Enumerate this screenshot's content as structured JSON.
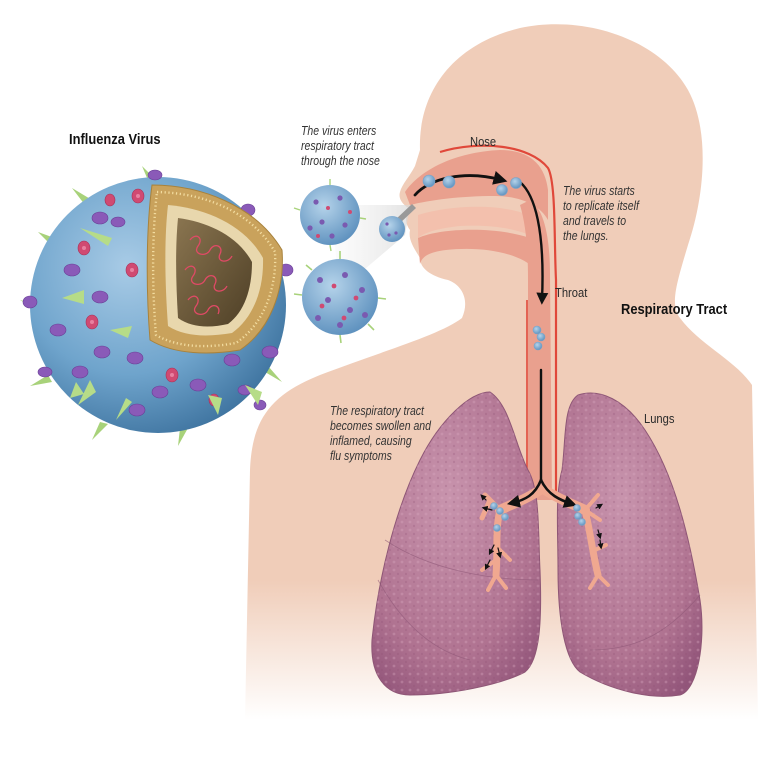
{
  "diagram": {
    "titles": {
      "virus": "Influenza Virus",
      "tract": "Respiratory Tract"
    },
    "labels": {
      "nose": "Nose",
      "throat": "Throat",
      "lungs": "Lungs"
    },
    "notes": {
      "enters": "The virus enters\nrespiratory tract\nthrough the nose",
      "replicates": "The virus starts\nto replicate itself\nand travels to\nthe lungs.",
      "symptoms": "The respiratory tract\nbecomes swollen and\ninflamed, causing\nflu symptoms"
    },
    "colors": {
      "background": "#ffffff",
      "skin": "#f0cdb9",
      "skin_shadow": "#e3b7a2",
      "airway": "#e9a08e",
      "airway_outline": "#e0483a",
      "lung": "#b87a98",
      "lung_dark": "#9c5f80",
      "bronchi": "#f0a890",
      "virus_body": "#6fa4cc",
      "virus_shell": "#c9a25c",
      "virus_core": "#6b5a3a",
      "virus_rna": "#d9405a",
      "spike_green": "#a8d27a",
      "spike_purple": "#8a5ab8",
      "spike_pink": "#d04a72",
      "arrow": "#111111"
    },
    "icons": [
      "influenza-virion",
      "small-virion",
      "flow-arrow",
      "lungs",
      "bronchi"
    ]
  }
}
